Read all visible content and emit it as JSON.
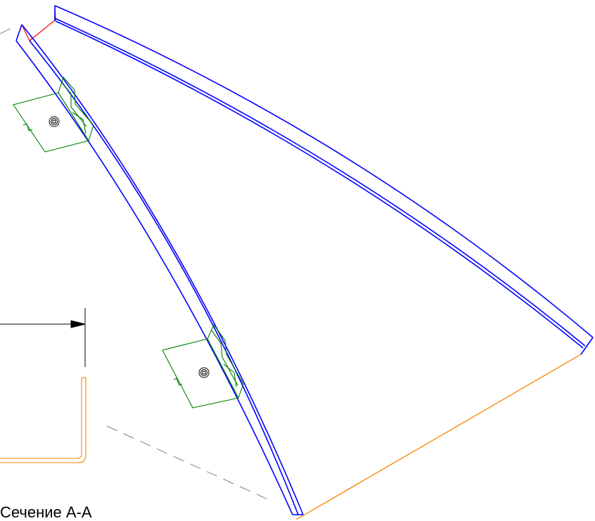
{
  "drawing": {
    "bottom_label": "Сечение А-А",
    "colors": {
      "background": "#ffffff",
      "profile_edge": "#0000ff",
      "bracket": "#008000",
      "bent_strip": "#ff8000",
      "end_cap": "#ff0000",
      "dimension": "#000000",
      "center_line": "#808080"
    },
    "parts": {
      "curved_profile_top": "curved-profile-top",
      "curved_profile_left": "curved-profile-left",
      "bottom_edge": "bottom-edge",
      "bracket_upper": "bracket-upper",
      "bracket_lower": "bracket-lower",
      "bent_strip": "bent-strip"
    }
  }
}
